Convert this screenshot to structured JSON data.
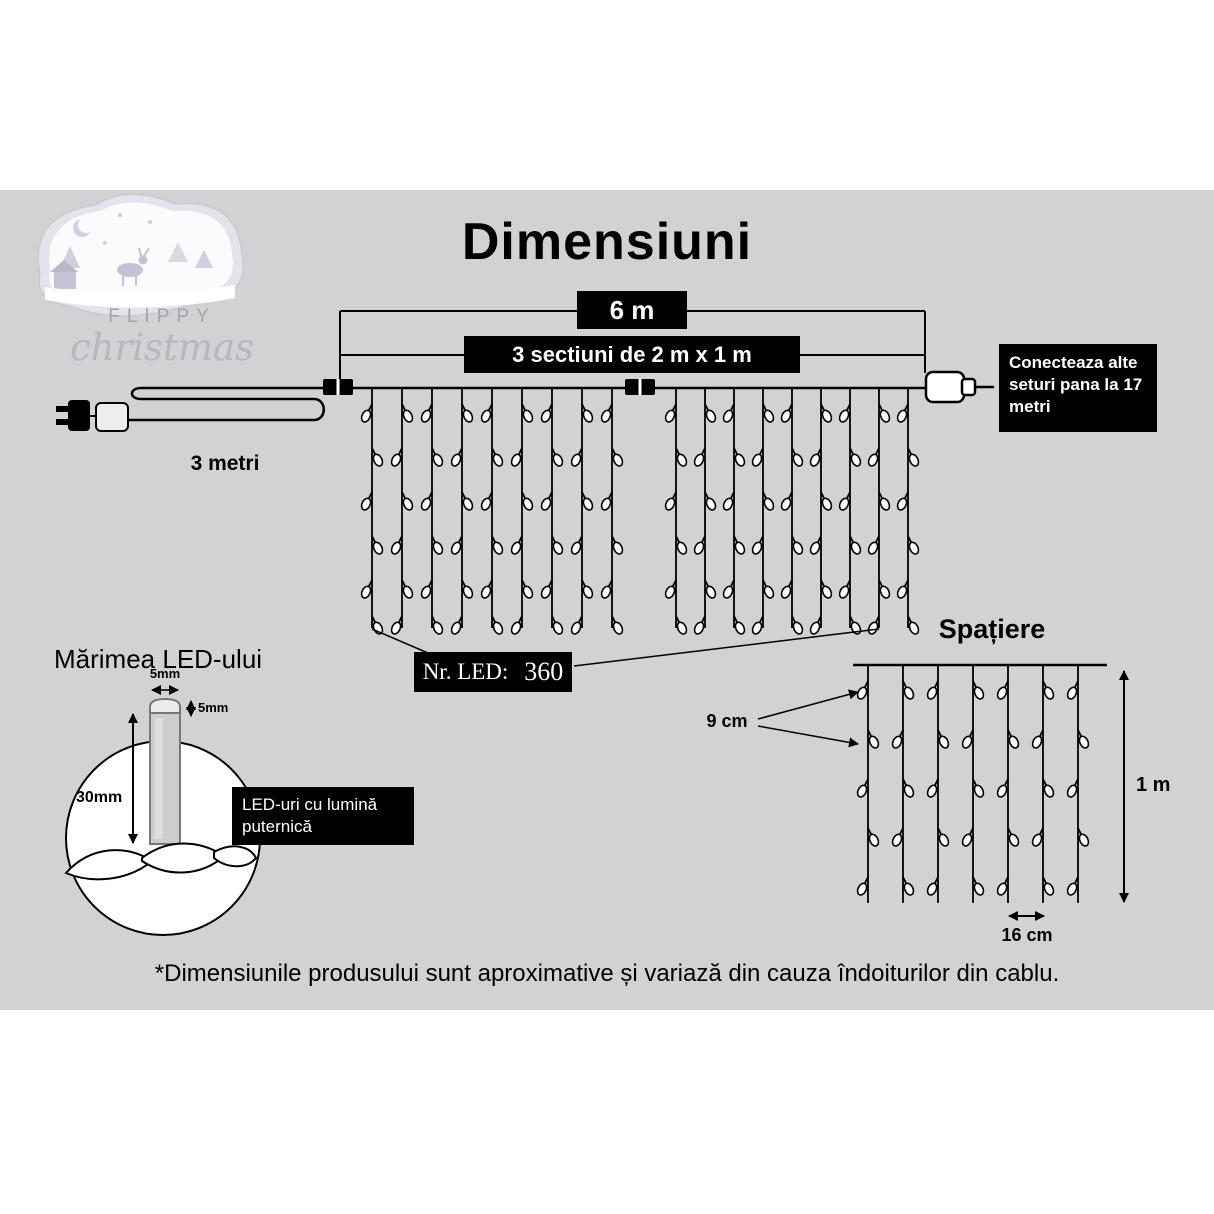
{
  "colors": {
    "panel_bg": "#d2d2d2",
    "box_bg": "#000000",
    "box_text": "#ffffff",
    "line": "#000000",
    "logo_text": "#a3a2b5"
  },
  "title": "Dimensiuni",
  "logo": {
    "brand": "FLIPPY",
    "script": "christmas"
  },
  "dimensions": {
    "total_width": "6 m",
    "sections": "3 sectiuni de 2 m x 1 m",
    "connect_note": "Conecteaza alte seturi pana la 17 metri",
    "lead_length": "3 metri"
  },
  "led_count": {
    "label": "Nr. LED:",
    "value": "360"
  },
  "spacing": {
    "heading": "Spațiere",
    "vertical_gap": "9 cm",
    "height": "1 m",
    "horizontal_gap": "16 cm"
  },
  "led_size": {
    "heading": "Mărimea LED-ului",
    "width": "5mm",
    "cap_height": "5mm",
    "body_height": "30mm",
    "note": "LED-uri cu lumină puternică"
  },
  "footnote": "*Dimensiunile produsului sunt aproximative și variază din cauza îndoiturilor din cablu."
}
